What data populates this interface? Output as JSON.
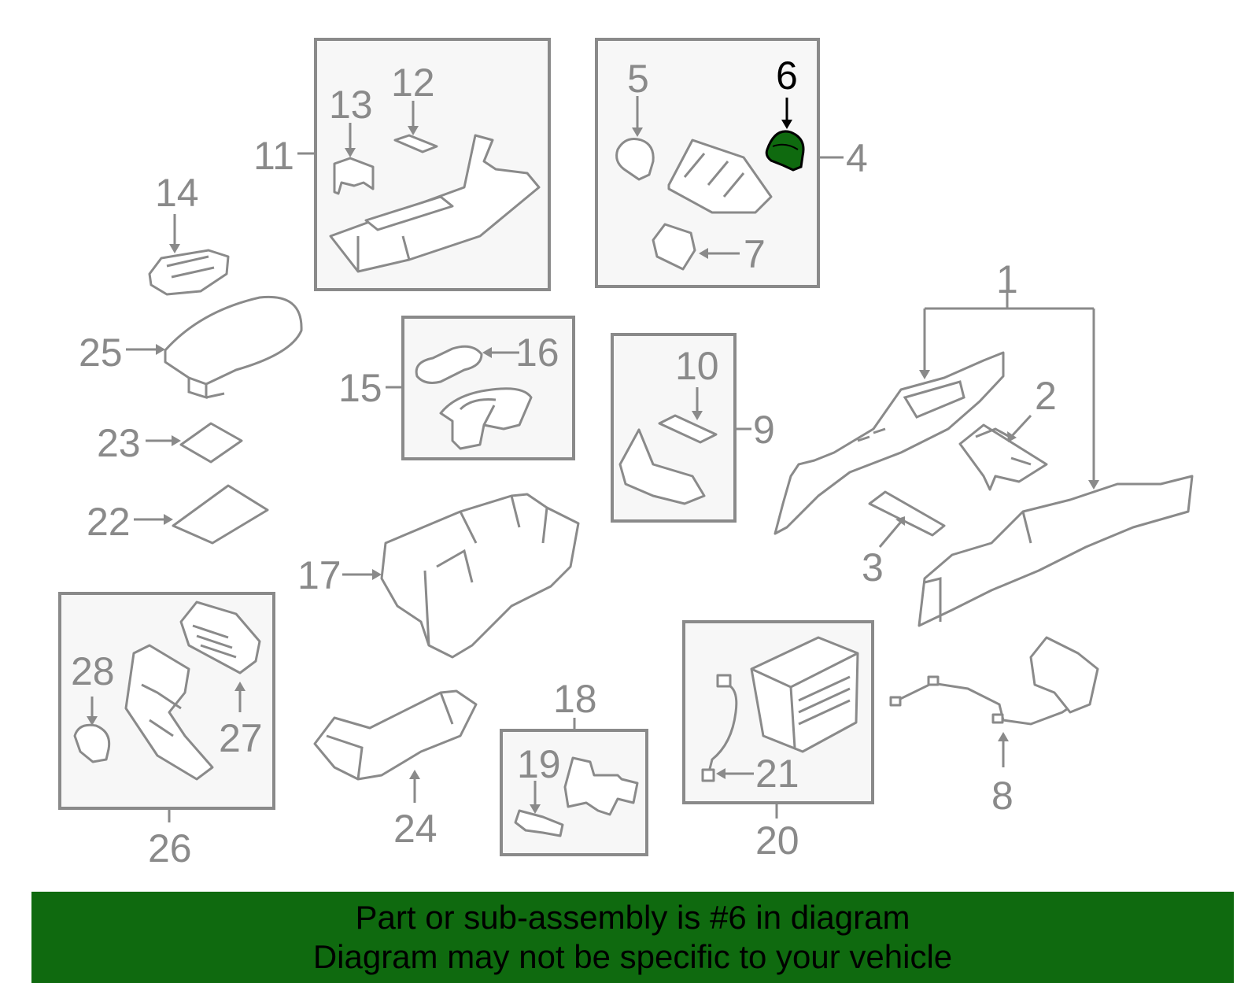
{
  "diagram": {
    "highlight_color": "#0f6a0f",
    "line_color": "#8a8a8a",
    "highlighted_part": "6",
    "callouts": {
      "c1": "1",
      "c2": "2",
      "c3": "3",
      "c4": "4",
      "c5": "5",
      "c6": "6",
      "c7": "7",
      "c8": "8",
      "c9": "9",
      "c10": "10",
      "c11": "11",
      "c12": "12",
      "c13": "13",
      "c14": "14",
      "c15": "15",
      "c16": "16",
      "c17": "17",
      "c18": "18",
      "c19": "19",
      "c20": "20",
      "c21": "21",
      "c22": "22",
      "c23": "23",
      "c24": "24",
      "c25": "25",
      "c26": "26",
      "c27": "27",
      "c28": "28"
    }
  },
  "banner": {
    "line1": "Part or sub-assembly is #6 in diagram",
    "line2": "Diagram may not be specific to your vehicle"
  }
}
